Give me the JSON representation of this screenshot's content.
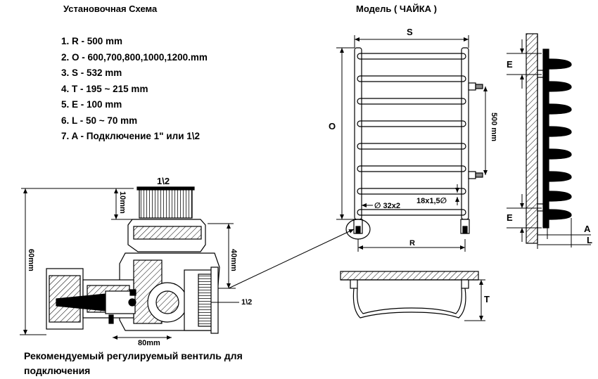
{
  "header": {
    "scheme_title": "Установочная Схема",
    "model_title": "Модель  ( ЧАЙКА  )"
  },
  "specs": [
    "1. R - 500 mm",
    "2. O - 600,700,800,1000,1200.mm",
    "3. S - 532 mm",
    "4. T - 195 ~ 215 mm",
    "5. E - 100 mm",
    "6. L - 50 ~ 70 mm",
    "7. A - Подключение 1\" или 1\\2"
  ],
  "valve": {
    "thread_top": "1\\2",
    "dim_10": "10mm",
    "dim_40": "40mm",
    "dim_60": "60mm",
    "dim_80": "80mm",
    "thread_side": "1\\2",
    "caption": "Рекомендуемый регулируемый вентиль для подключения"
  },
  "front": {
    "label_S": "S",
    "label_O": "O",
    "label_R": "R",
    "dim_500": "500 mm",
    "pipe_main": "∅ 32x2",
    "pipe_rung": "18x1,5∅"
  },
  "side": {
    "label_E_top": "E",
    "label_E_bottom": "E",
    "label_A": "A",
    "label_L": "L"
  },
  "bottom": {
    "label_T": "T"
  }
}
